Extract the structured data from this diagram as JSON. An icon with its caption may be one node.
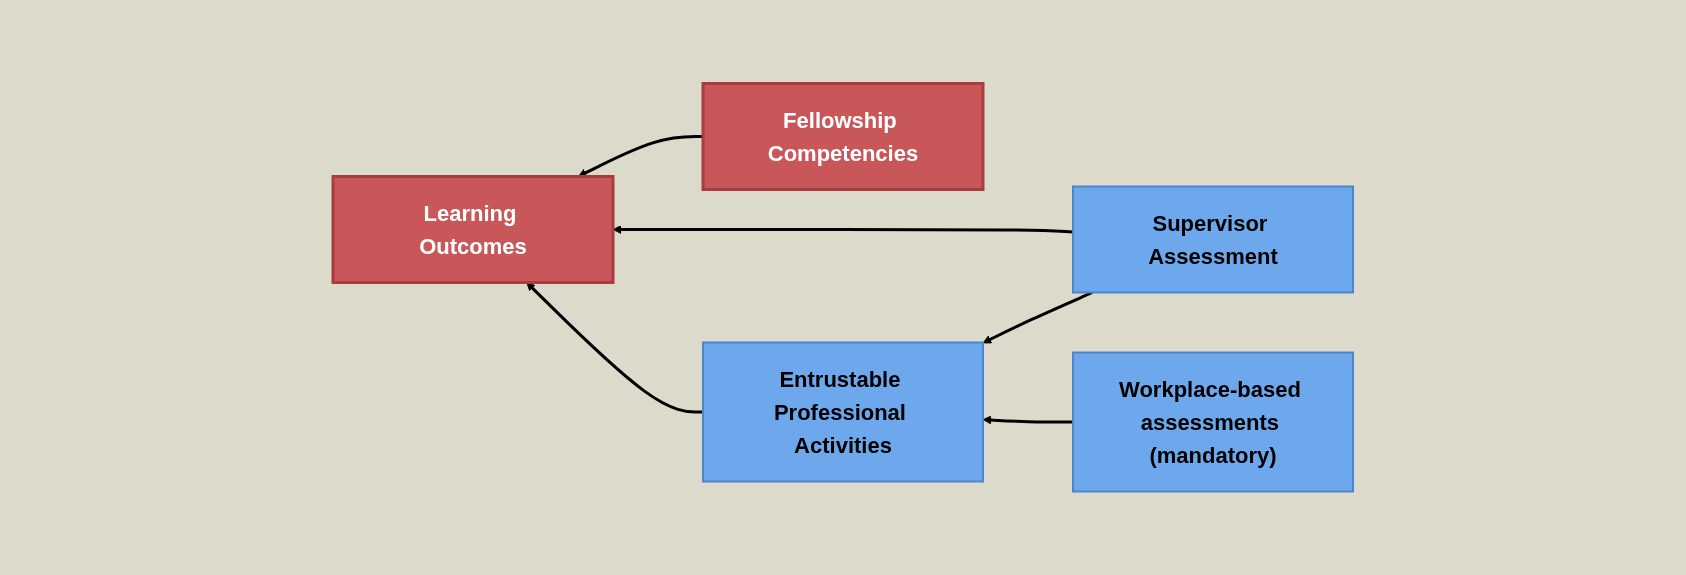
{
  "diagram": {
    "nodes": [
      {
        "text": [
          "Fellowship Competencies"
        ]
      },
      {
        "text": [
          "Learning Outcomes"
        ]
      },
      {
        "text": [
          "Supervisor Assessment"
        ]
      },
      {
        "text": [
          "Entrustable Professional Activities"
        ]
      },
      {
        "text": [
          "Workplace-based assessments (mandatory)"
        ]
      }
    ],
    "edges": [
      {
        "from": 0,
        "to": 1,
        "arrow": "to"
      },
      {
        "from": 2,
        "to": 1,
        "arrow": "to"
      },
      {
        "from": 2,
        "to": 3,
        "arrow": "to"
      },
      {
        "from": 3,
        "to": 1,
        "arrow": "to"
      },
      {
        "from": 4,
        "to": 3,
        "arrow": "to"
      }
    ]
  }
}
